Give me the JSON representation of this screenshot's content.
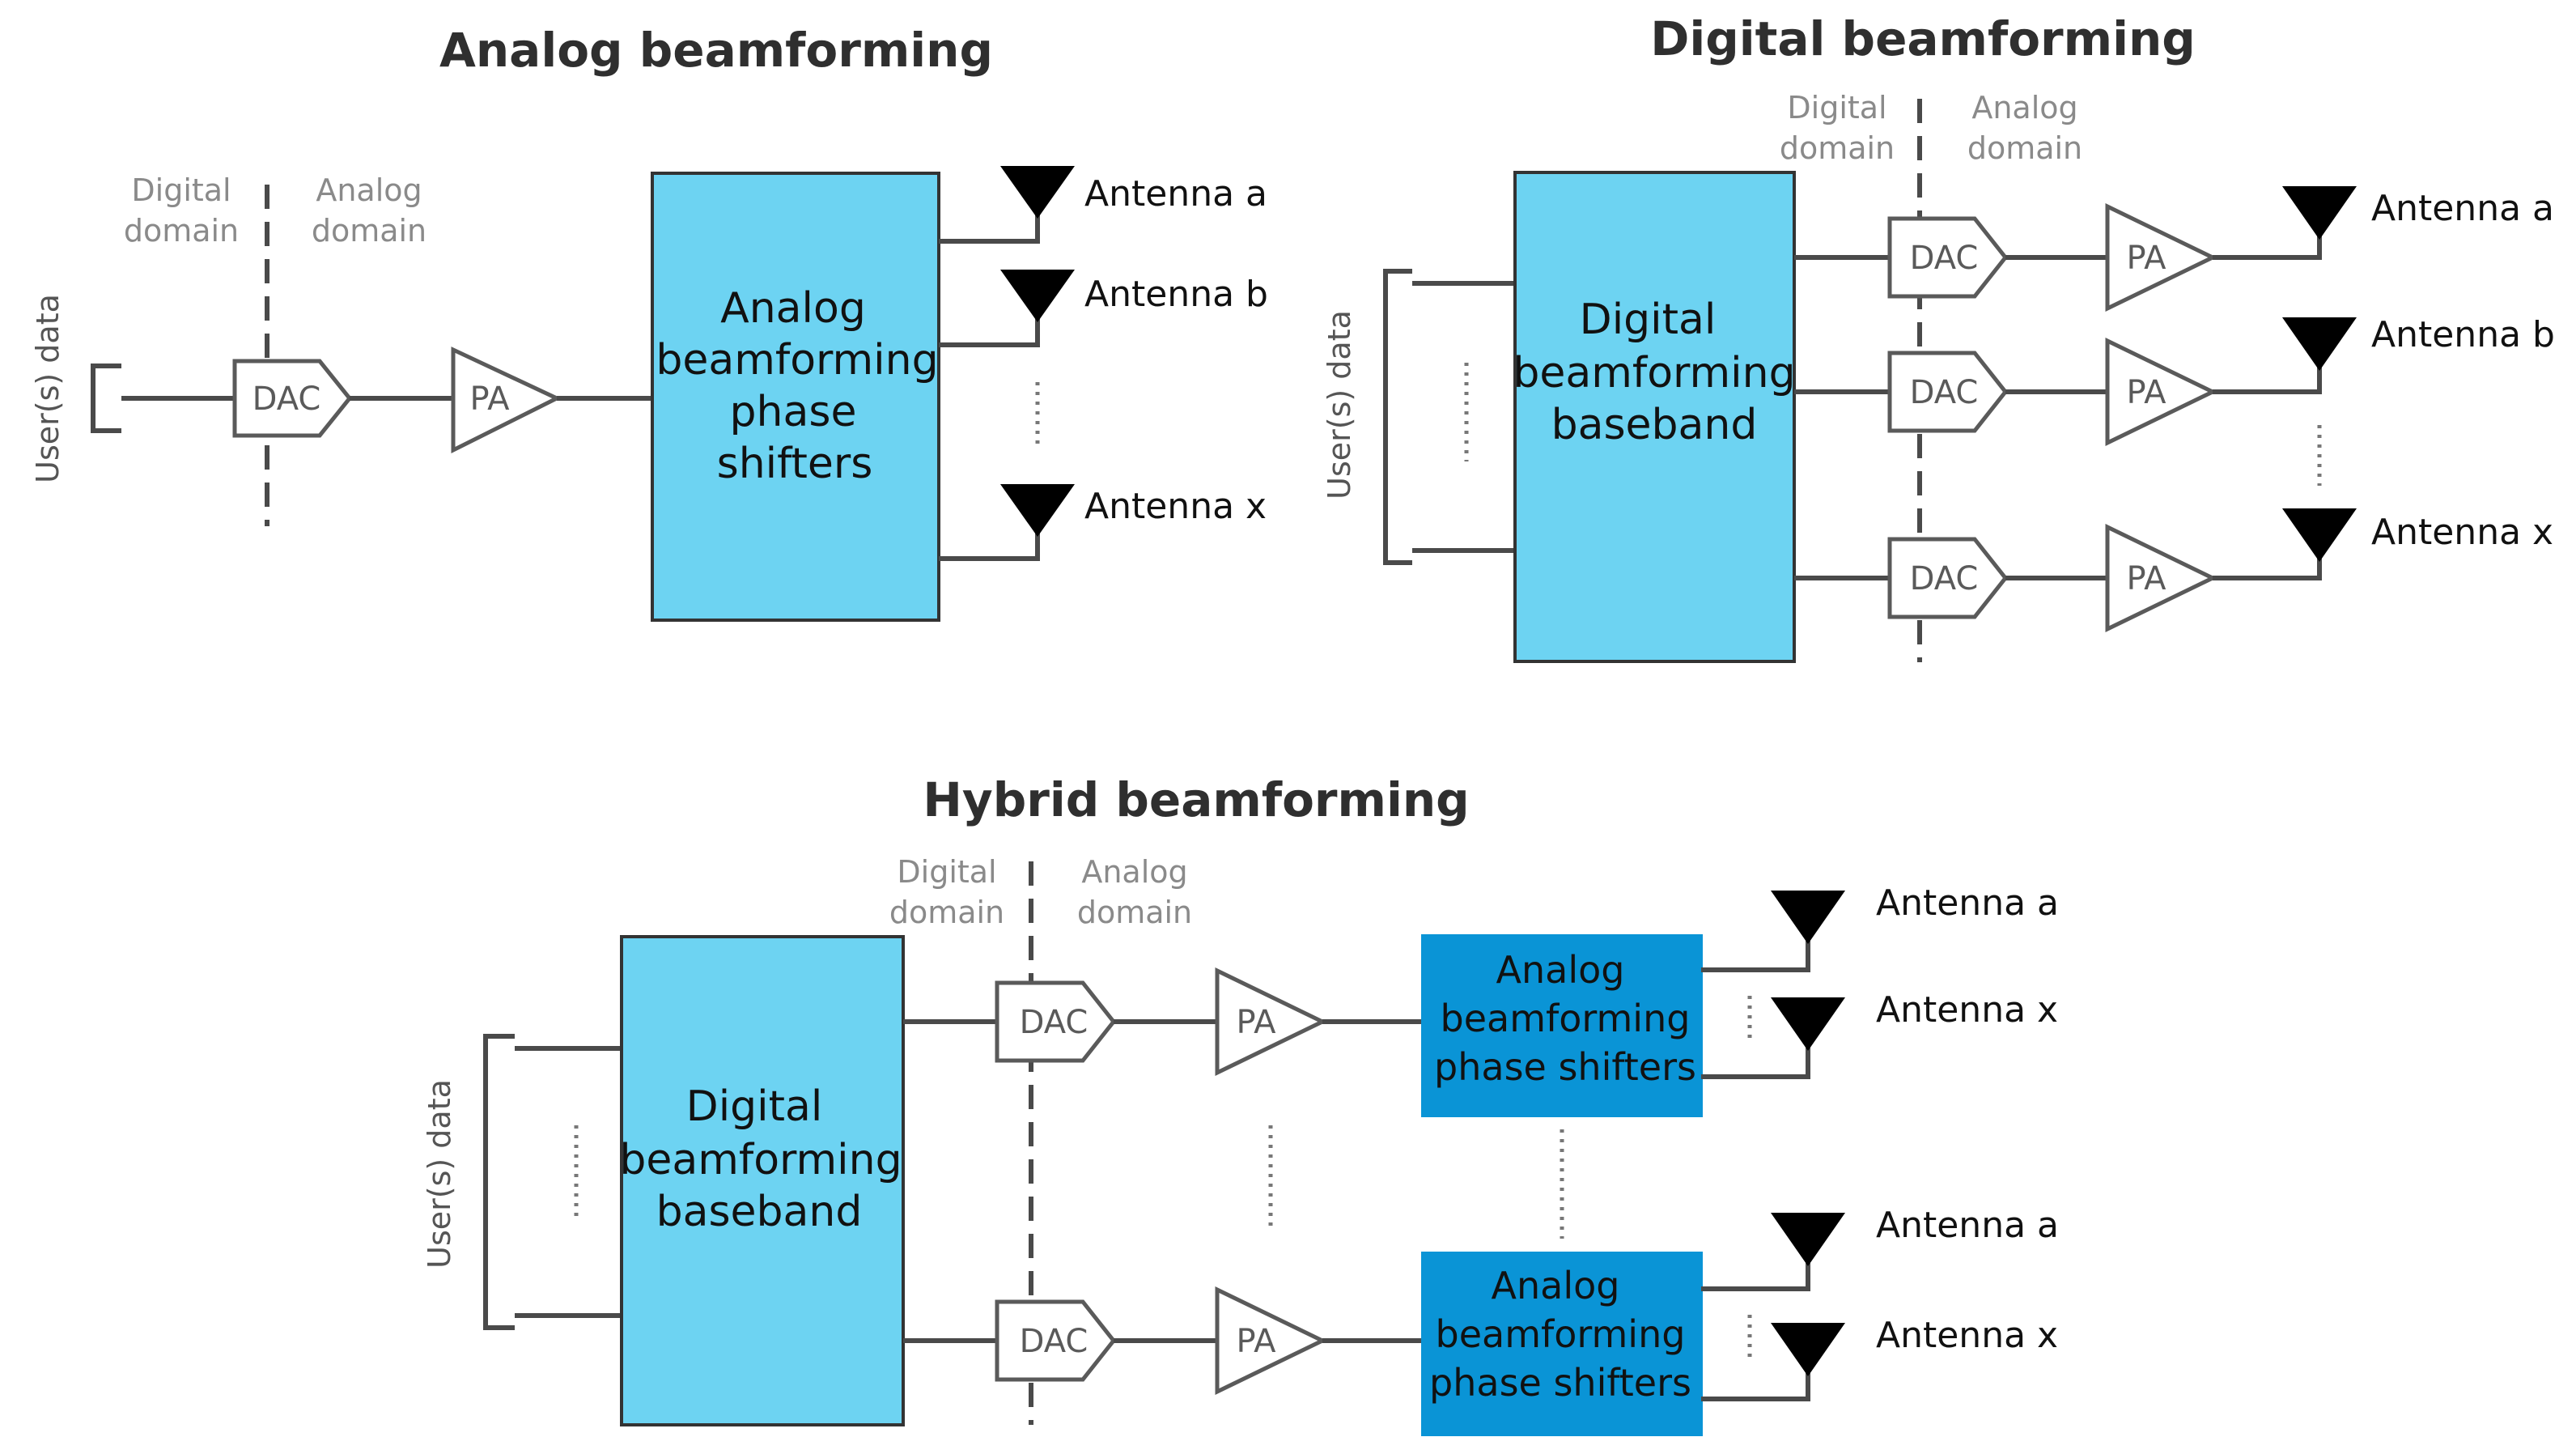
{
  "analog": {
    "title": "Analog beamforming",
    "digital_domain_1": "Digital",
    "digital_domain_2": "domain",
    "analog_domain_1": "Analog",
    "analog_domain_2": "domain",
    "users_label": "User(s) data",
    "dac": "DAC",
    "pa": "PA",
    "box_1": "Analog",
    "box_2": "beamforming",
    "box_3": "phase",
    "box_4": "shifters",
    "antenna_a": "Antenna a",
    "antenna_b": "Antenna b",
    "antenna_x": "Antenna x"
  },
  "digital": {
    "title": "Digital beamforming",
    "digital_domain_1": "Digital",
    "digital_domain_2": "domain",
    "analog_domain_1": "Analog",
    "analog_domain_2": "domain",
    "users_label": "User(s) data",
    "dac": "DAC",
    "pa": "PA",
    "box_1": "Digital",
    "box_2": "beamforming",
    "box_3": "baseband",
    "antenna_a": "Antenna a",
    "antenna_b": "Antenna b",
    "antenna_x": "Antenna x"
  },
  "hybrid": {
    "title": "Hybrid beamforming",
    "digital_domain_1": "Digital",
    "digital_domain_2": "domain",
    "analog_domain_1": "Analog",
    "analog_domain_2": "domain",
    "users_label": "User(s) data",
    "dac": "DAC",
    "pa": "PA",
    "box_1": "Digital",
    "box_2": "beamforming",
    "box_3": "baseband",
    "shifter_1": "Analog",
    "shifter_2": "beamforming",
    "shifter_3": "phase shifters",
    "antenna_a": "Antenna a",
    "antenna_x": "Antenna x"
  },
  "colors": {
    "light_box": "#6dd3f2",
    "dark_box": "#0a94d6",
    "wire": "#4a4a4a"
  }
}
